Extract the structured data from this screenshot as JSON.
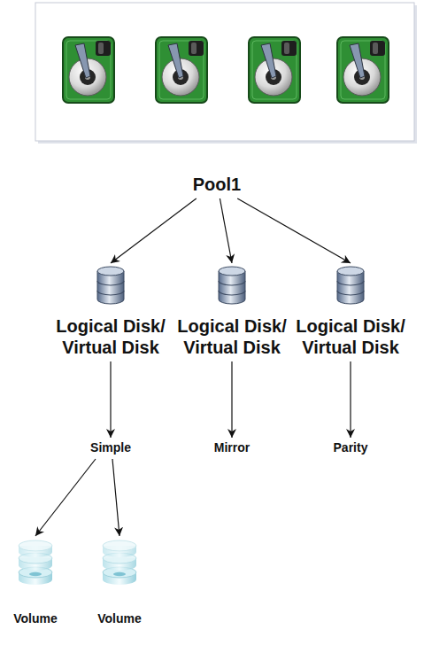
{
  "diagram": {
    "nodes": [
      {
        "text": [
          "Pool1"
        ]
      },
      {
        "text": [
          "Logical Disk/ Virtual Disk"
        ]
      },
      {
        "text": [
          "Logical Disk/ Virtual Disk"
        ]
      },
      {
        "text": [
          "Logical Disk/ Virtual Disk"
        ]
      },
      {
        "text": [
          "Simple"
        ]
      },
      {
        "text": [
          "Mirror"
        ]
      },
      {
        "text": [
          "Parity"
        ]
      },
      {
        "text": [
          "Volume"
        ]
      },
      {
        "text": [
          "Volume"
        ]
      }
    ],
    "edges": [
      {
        "from": 0,
        "to": 1,
        "arrow": "to"
      },
      {
        "from": 0,
        "to": 2,
        "arrow": "to"
      },
      {
        "from": 0,
        "to": 3,
        "arrow": "to"
      },
      {
        "from": 1,
        "to": 4,
        "arrow": "to"
      },
      {
        "from": 2,
        "to": 5,
        "arrow": "to"
      },
      {
        "from": 3,
        "to": 6,
        "arrow": "to"
      },
      {
        "from": 4,
        "to": 7,
        "arrow": "to"
      },
      {
        "from": 4,
        "to": 8,
        "arrow": "to"
      }
    ]
  }
}
